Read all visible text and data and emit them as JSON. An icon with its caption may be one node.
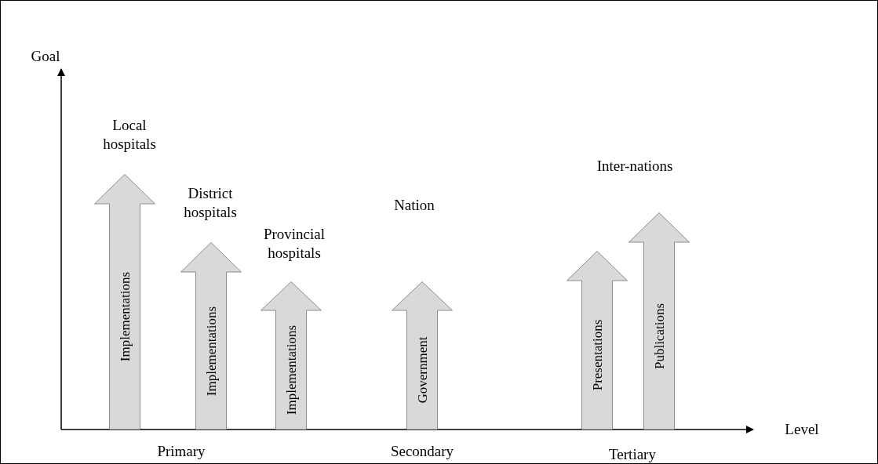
{
  "diagram": {
    "nodes": [
      {
        "text": [
          "Implementations"
        ]
      },
      {
        "text": [
          "Implementations"
        ]
      },
      {
        "text": [
          "Implementations"
        ]
      },
      {
        "text": [
          "Government"
        ]
      },
      {
        "text": [
          "Presentations"
        ]
      },
      {
        "text": [
          "Publications"
        ]
      }
    ],
    "edges": [],
    "labels": [
      "Goal",
      "Local hospitals",
      "District hospitals",
      "Inter-nations",
      "Nation",
      "Provincial hospitals",
      "Level",
      "Primary",
      "Secondary",
      "Tertiary"
    ]
  }
}
